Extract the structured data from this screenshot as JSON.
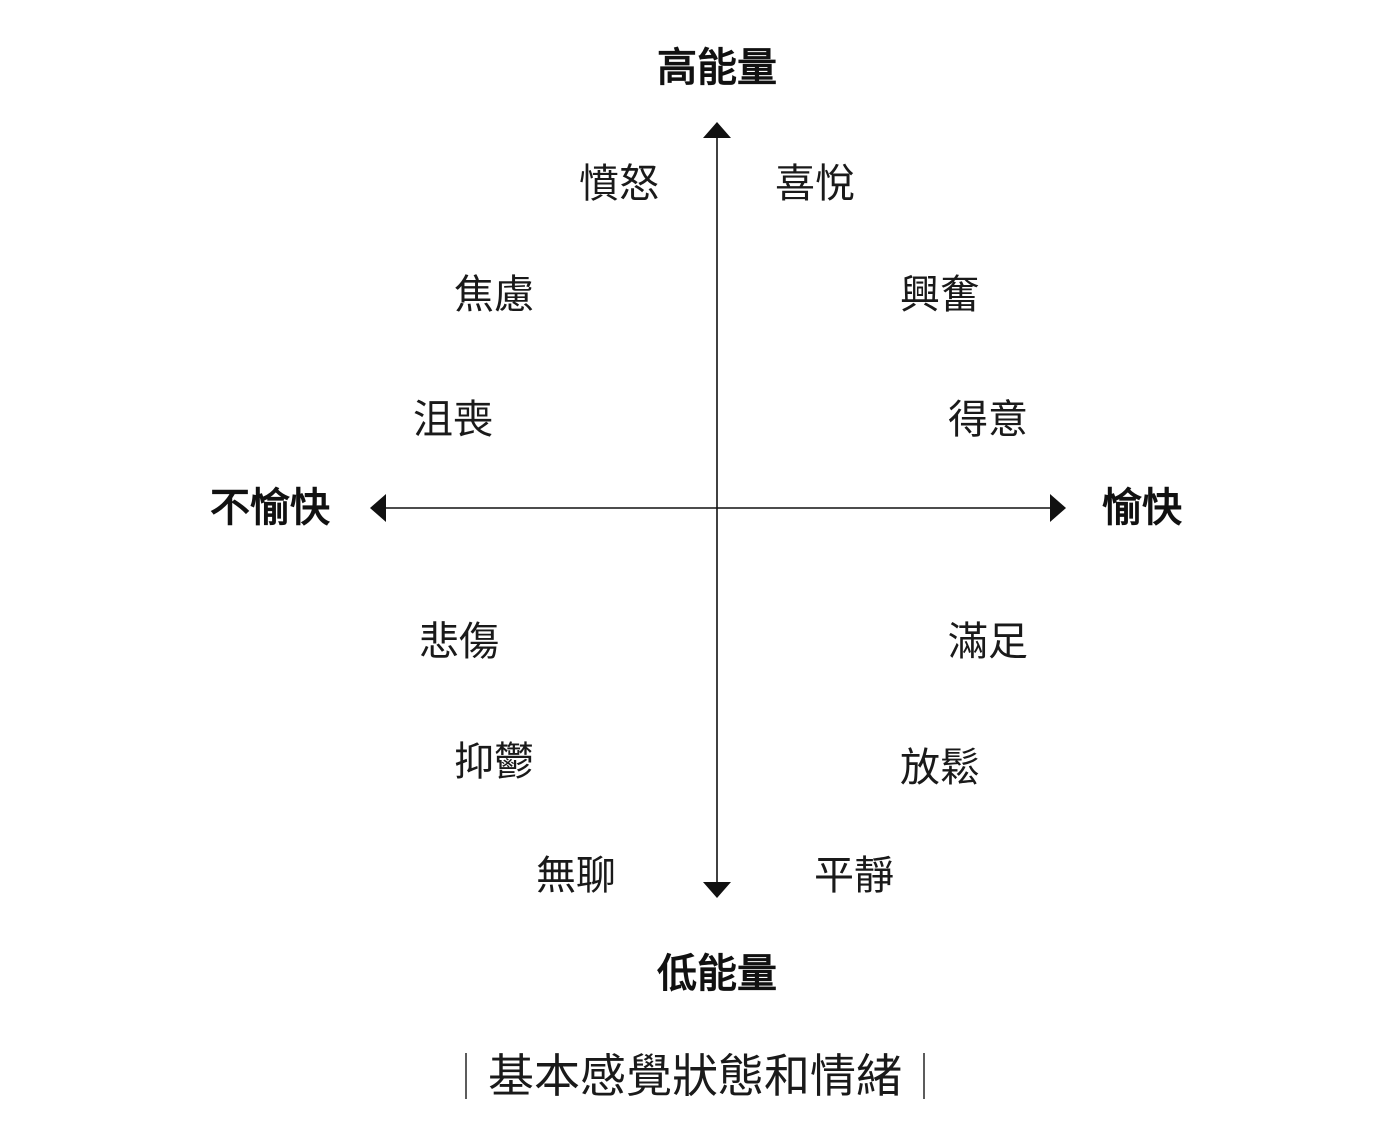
{
  "poles": {
    "top": "高能量",
    "bottom": "低能量",
    "left": "不愉快",
    "right": "愉快"
  },
  "emotions": {
    "upper_left": [
      "憤怒",
      "焦慮",
      "沮喪"
    ],
    "upper_right": [
      "喜悅",
      "興奮",
      "得意"
    ],
    "lower_left": [
      "悲傷",
      "抑鬱",
      "無聊"
    ],
    "lower_right": [
      "滿足",
      "放鬆",
      "平靜"
    ]
  },
  "caption": "基本感覺狀態和情緒",
  "colors": {
    "ink": "#111111",
    "background": "#ffffff"
  }
}
